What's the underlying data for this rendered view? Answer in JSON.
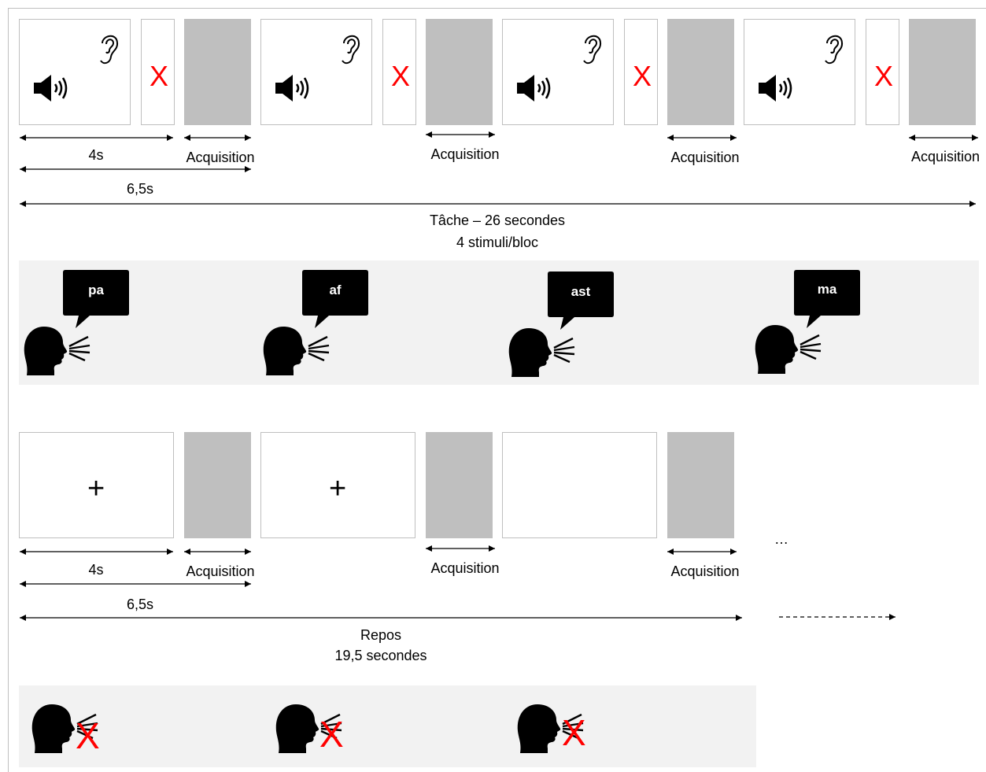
{
  "labels": {
    "duration_stim": "4s",
    "duration_trial": "6,5s",
    "acquisition": "Acquisition",
    "task_line1": "Tâche – 26 secondes",
    "task_line2": "4 stimuli/bloc",
    "rest_line1": "Repos",
    "rest_line2": "19,5 secondes",
    "ellipsis": "…",
    "x_mark": "X",
    "plus": "+"
  },
  "syllables": [
    "pa",
    "af",
    "ast",
    "ma"
  ],
  "colors": {
    "acquisition_fill": "#bfbfbf",
    "band_fill": "#f2f2f2",
    "cross_red": "#ff0000",
    "border": "#bfbfbf"
  },
  "icons": {
    "sound": "speaker-icon",
    "listen": "ear-icon",
    "speaker_head": "speaking-head-icon",
    "speech_bubble": "speech-bubble-icon"
  }
}
